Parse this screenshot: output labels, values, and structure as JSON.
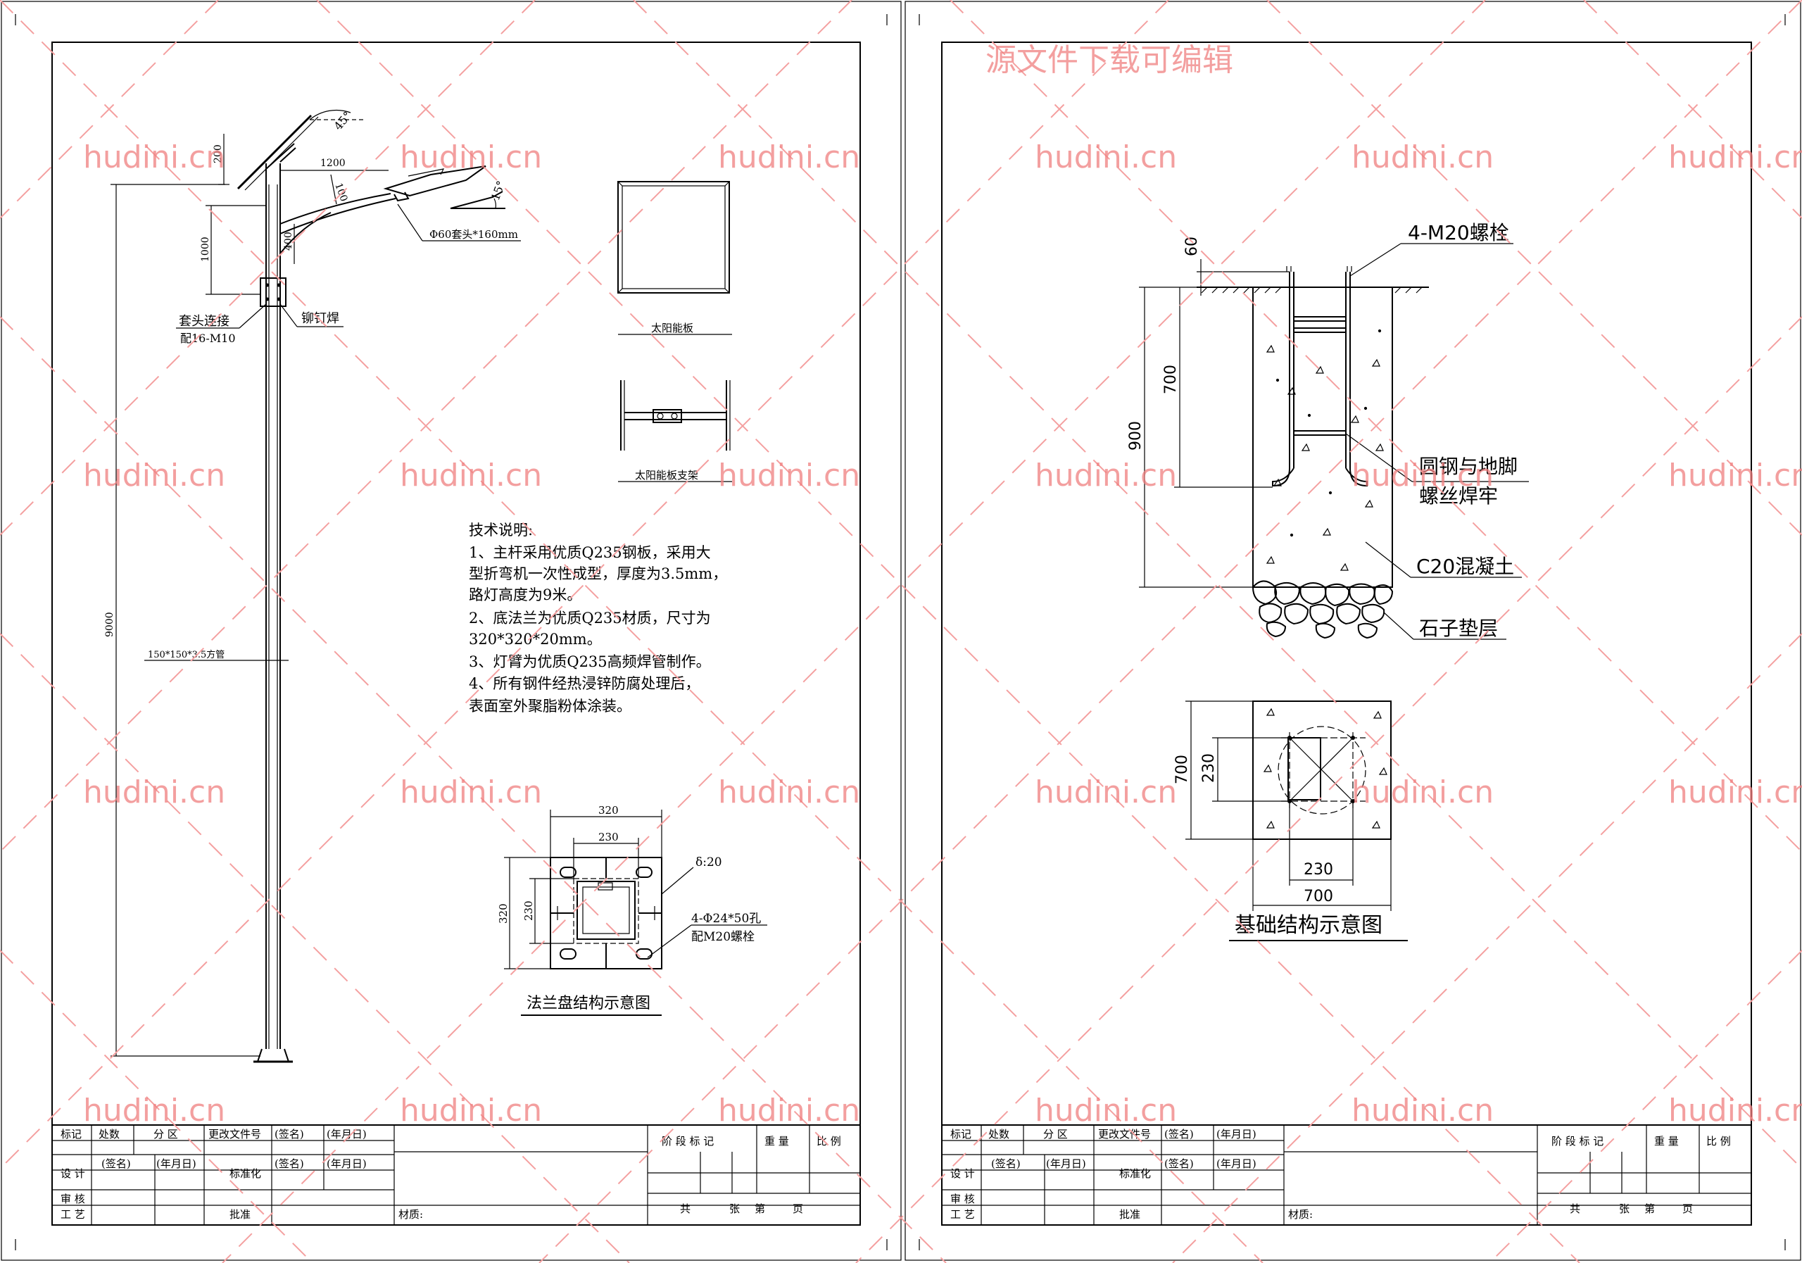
{
  "watermark_top": "源文件下载可编辑",
  "watermark_site": "hudini.cn",
  "left_sheet": {
    "dims": {
      "d200": "200",
      "d45": "45°",
      "d1200": "1200",
      "d100": "100",
      "d15": "15°",
      "d1000": "1000",
      "d400": "400",
      "d9000": "9000"
    },
    "labels": {
      "lamp_head": "Φ60套头*160mm",
      "sleeve_joint": "套头连接",
      "sleeve_bolts": "配16-M10",
      "rivet_weld": "铆钉焊",
      "pole_tube": "150*150*3.5方管",
      "solar_panel": "太阳能板",
      "solar_bracket": "太阳能板支架"
    },
    "tech_notes": {
      "heading": "技术说明:",
      "lines": [
        "1、主杆采用优质Q235钢板，采用大",
        "型折弯机一次性成型，厚度为3.5mm，",
        "路灯高度为9米。",
        "2、底法兰为优质Q235材质，尺寸为",
        "320*320*20mm。",
        "3、灯臂为优质Q235高频焊管制作。",
        "4、所有钢件经热浸锌防腐处理后，",
        "表面室外聚脂粉体涂装。"
      ]
    },
    "flange": {
      "d320_top": "320",
      "d230_top": "230",
      "d320_left": "320",
      "d230_left": "230",
      "thickness": "δ:20",
      "holes": "4-Φ24*50孔",
      "bolts": "配M20螺栓",
      "title": "法兰盘结构示意图"
    }
  },
  "right_sheet": {
    "dims": {
      "d60": "60",
      "d700": "700",
      "d900": "900",
      "p700": "700",
      "p230": "230",
      "b230": "230",
      "b700": "700"
    },
    "labels": {
      "bolt": "4-M20螺栓",
      "weld_l1": "圆钢与地脚",
      "weld_l2": "螺丝焊牢",
      "concrete": "C20混凝土",
      "gravel": "石子垫层",
      "title": "基础结构示意图"
    }
  },
  "title_block": {
    "biaoji": "标记",
    "chushu": "处数",
    "fenqu": "分 区",
    "gengai": "更改文件号",
    "qianming": "(签名)",
    "nianyueri": "(年月日)",
    "sheji": "设 计",
    "biaozhunhua": "标准化",
    "shenhe": "审 核",
    "gongyi": "工 艺",
    "pizhun": "批准",
    "cailiao": "材质:",
    "jieduan": "阶 段 标 记",
    "zhongliang": "重 量",
    "bili": "比 例",
    "gong": "共",
    "zhang": "张",
    "di": "第",
    "ye": "页"
  }
}
